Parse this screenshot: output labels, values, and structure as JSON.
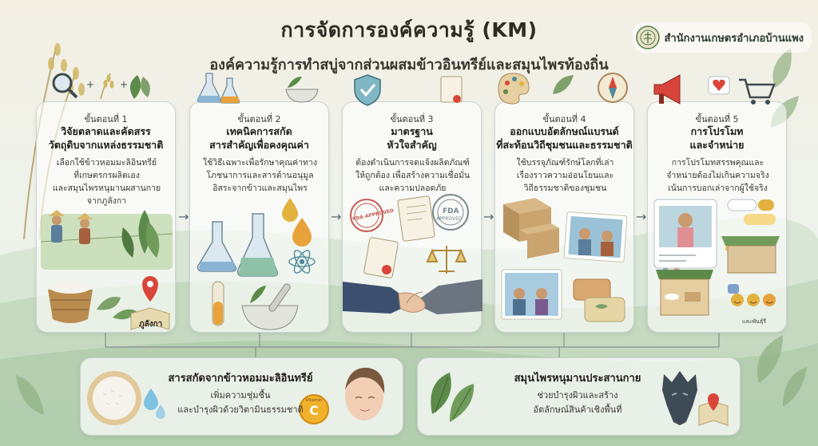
{
  "title": "การจัดการองค์ความรู้ (KM)",
  "subtitle": "องค์ความรู้การทำสบู่จากส่วนผสมข้าวอินทรีย์และสมุนไพรท้องถิ่น",
  "organization": {
    "name": "สำนักงานเกษตรอำเภอบ้านแพง",
    "logo_icon": "agriculture-office-seal-icon"
  },
  "steps": [
    {
      "number": "ขั้นตอนที่ 1",
      "title_line1": "วิจัยตลาดและคัดสรร",
      "title_line2": "วัตถุดิบจากแหล่งธรรมชาติ",
      "body": [
        "เลือกใช้ข้าวหอมมะลิอินทรีย์",
        "ที่เกษตรกรผลิตเอง",
        "และสมุนไพรหนุมานผสานกาย",
        "จากภูลังกา"
      ],
      "map_label": "ภูลังกา",
      "icons": [
        "magnifier-icon",
        "rice-stalk-icon",
        "herb-leaf-icon",
        "farmers-icon",
        "rice-basket-icon",
        "map-pin-icon"
      ]
    },
    {
      "number": "ขั้นตอนที่ 2",
      "title_line1": "เทคนิคการสกัด",
      "title_line2": "สารสำคัญเพื่อคงคุณค่า",
      "body": [
        "ใช้วิธีเฉพาะเพื่อรักษาคุณค่าทาง",
        "โภชนาการและสารต้านอนุมูล",
        "อิสระจากข้าวและสมุนไพร"
      ],
      "icons": [
        "flask-icon",
        "mortar-pestle-icon",
        "oil-drop-icon",
        "atom-icon",
        "test-tube-icon"
      ]
    },
    {
      "number": "ขั้นตอนที่ 3",
      "title_line1": "มาตรฐาน",
      "title_line2": "หัวใจสำคัญ",
      "body": [
        "ต้องดำเนินการจดแจ้งผลิตภัณฑ์",
        "ให้ถูกต้อง เพื่อสร้างความเชื่อมั่น",
        "และความปลอดภัย"
      ],
      "stamp_labels": [
        "FDA APPROVED",
        "FDA",
        "APPROVED"
      ],
      "icons": [
        "shield-check-icon",
        "certificate-icon",
        "fda-stamp-icon",
        "scale-icon",
        "handshake-icon"
      ]
    },
    {
      "number": "ขั้นตอนที่ 4",
      "title_line1": "ออกแบบอัตลักษณ์แบรนด์",
      "title_line2": "ที่สะท้อนวิถีชุมชนและธรรมชาติ",
      "body": [
        "ใช้บรรจุภัณฑ์รักษ์โลกที่เล่า",
        "เรื่องราวความอ่อนโยนและ",
        "วิถีธรรมชาติของชุมชน"
      ],
      "icons": [
        "palette-icon",
        "compass-icon",
        "box-icon",
        "photo-icon",
        "soap-bar-icon"
      ]
    },
    {
      "number": "ขั้นตอนที่ 5",
      "title_line1": "การโปรโมท",
      "title_line2": "และจำหน่าย",
      "body": [
        "การโปรโมทสรรพคุณและ",
        "จำหน่ายต้องไม่เกินความจริง",
        "เน้นการบอกเล่าจากผู้ใช้จริง"
      ],
      "market_label": "และพันธุ์รี",
      "icons": [
        "megaphone-icon",
        "heart-icon",
        "cart-icon",
        "social-post-icon",
        "market-stall-icon",
        "emoji-icon"
      ]
    }
  ],
  "bottom": [
    {
      "title": "สารสกัดจากข้าวหอมมะลิอินทรีย์",
      "desc_line1": "เพิ่มความชุ่มชื้น",
      "desc_line2": "และบำรุงผิวด้วยวิตามินธรรมชาติ",
      "vitamin_label": "Vitamin",
      "vitamin_letter": "C",
      "icons": [
        "rice-bowl-icon",
        "water-drop-icon",
        "vitamin-c-icon",
        "face-icon"
      ]
    },
    {
      "title": "สมุนไพรหนุมานประสานกาย",
      "desc_line1": "ช่วยบำรุงผิวและสร้าง",
      "desc_line2": "อัตลักษณ์สินค้าเชิงพื้นที่",
      "icons": [
        "leaf-icon",
        "hanuman-mask-icon",
        "map-icon"
      ]
    }
  ],
  "colors": {
    "accent_green": "#5c8a4a",
    "accent_teal": "#4f8a9a",
    "title_text": "#2e2a24"
  }
}
